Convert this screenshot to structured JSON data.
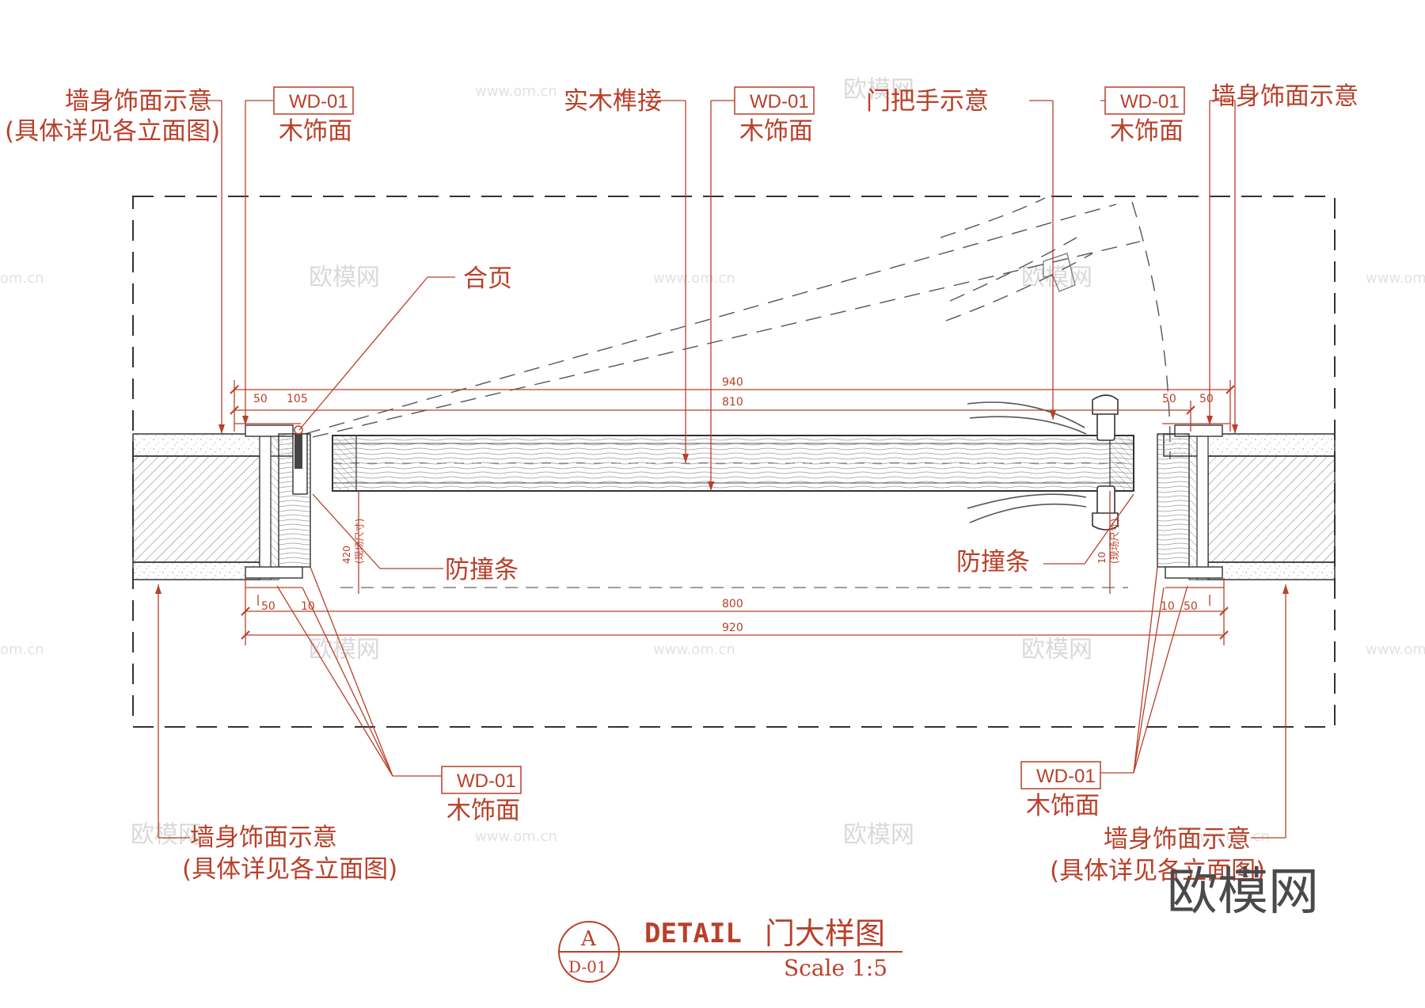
{
  "labels": {
    "wall_finish": "墙身饰面示意",
    "wall_finish_note": "(具体详见各立面图)",
    "wood_code": "WD-01",
    "wood_finish": "木饰面",
    "solid_wood_tenon": "实木榫接",
    "door_handle": "门把手示意",
    "hinge": "合页",
    "bumper_strip": "防撞条",
    "site_size": "(现场尺寸)",
    "site_size_alt": "(现场尺寸)"
  },
  "dimensions": {
    "d940": "940",
    "d810": "810",
    "d800": "800",
    "d920": "920",
    "d50": "50",
    "d10": "10",
    "d105": "105",
    "d420": "420",
    "d10v": "10",
    "d50b": "50",
    "d50c": "50",
    "d50d": "50",
    "d10b": "10",
    "d50e": "50"
  },
  "title_block": {
    "title_en": "DETAIL",
    "title_cn": "门大样图",
    "scale": "Scale 1:5",
    "mark_letter": "A",
    "mark_sheet": "D-01"
  },
  "watermark": {
    "brand": "欧模网",
    "url": "www.om.cn",
    "url_short": "om.cn"
  },
  "colors": {
    "annotation": "#b8402a",
    "linework": "#3c3c3c",
    "watermark": "#d9d9d9"
  }
}
